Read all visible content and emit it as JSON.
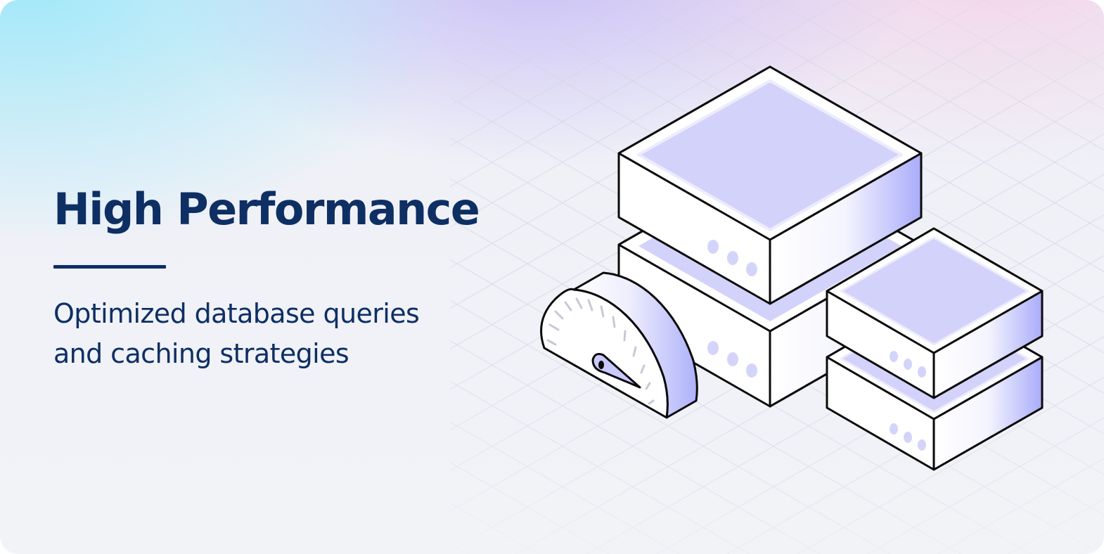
{
  "hero": {
    "title": "High Performance",
    "subtitle_line1": "Optimized database queries",
    "subtitle_line2": "and caching strategies"
  },
  "illustration": {
    "primary_icon": "server-stack-icon",
    "secondary_icon": "speedometer-gauge-icon"
  },
  "colors": {
    "text": "#0e2f63",
    "server_top": "#d2d2fb",
    "server_side": "#aeb0fa",
    "outline": "#0a0a0a"
  }
}
